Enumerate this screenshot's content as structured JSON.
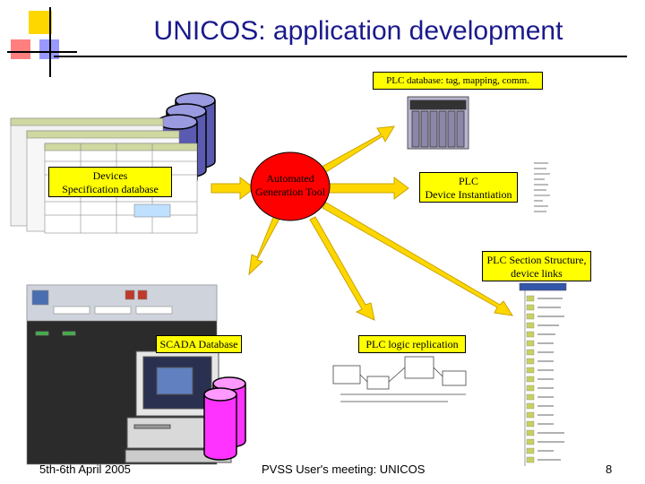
{
  "title": "UNICOS: application development",
  "labels": {
    "plc_database": "PLC database: tag, mapping, comm.",
    "devices_spec": "Devices\nSpecification database",
    "generation_tool": "Automated\nGeneration Tool",
    "plc_instantiation": "PLC\nDevice Instantiation",
    "plc_section": "PLC Section Structure,\ndevice links",
    "scada_db": "SCADA Database",
    "plc_logic": "PLC logic replication"
  },
  "footer": {
    "date": "5th-6th April 2005",
    "meeting": "PVSS User's meeting: UNICOS",
    "page": "8"
  },
  "colors": {
    "title": "#1a1a8c",
    "label_bg": "#ffff00",
    "tool_circle": "#ff0000",
    "arrow": "#ffd700",
    "db_purple": "#5a5ab0",
    "db_magenta": "#ff33ff"
  }
}
